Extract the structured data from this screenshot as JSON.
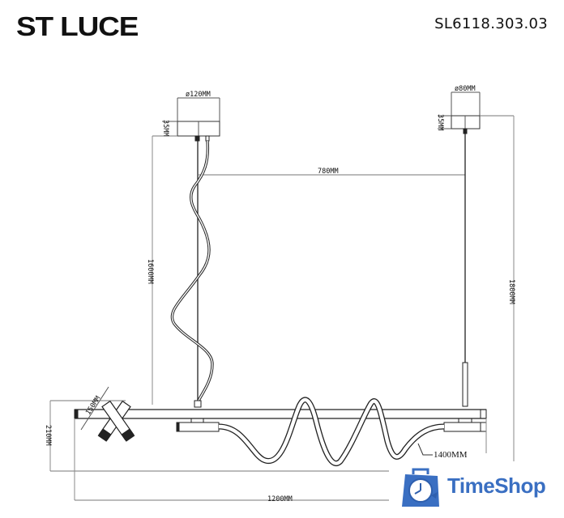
{
  "header": {
    "brand": "ST LUCE",
    "model": "SL6118.303.03"
  },
  "dimensions": {
    "canopy_left_diameter": "ø120MM",
    "canopy_left_height": "35MM",
    "canopy_right_diameter": "ø80MM",
    "canopy_right_height": "35MM",
    "suspension_spacing": "780MM",
    "cable_length": "1600MM",
    "max_height": "1800MM",
    "spot_length": "150MM",
    "body_height": "210MM",
    "flex_length": "1400MM",
    "total_length": "1200MM"
  },
  "watermark": {
    "text": "TimeShop",
    "color": "#3a6fc2"
  }
}
